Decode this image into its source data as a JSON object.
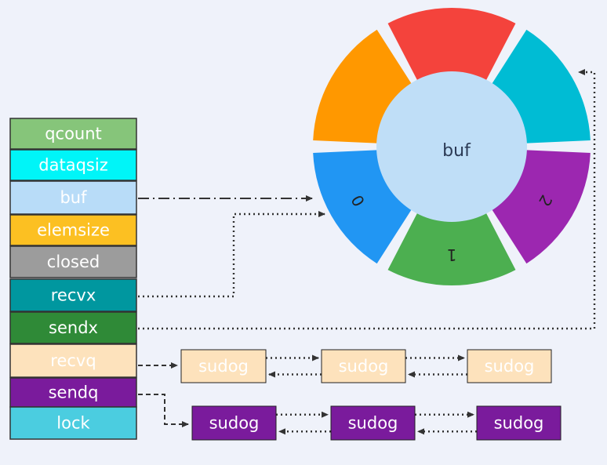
{
  "struct_fields": [
    {
      "label": "qcount",
      "color": "#86c57a",
      "text_color": "#ffffff"
    },
    {
      "label": "dataqsiz",
      "color": "#00f5f8",
      "text_color": "#ffffff"
    },
    {
      "label": "buf",
      "color": "#b8dcf8",
      "text_color": "#ffffff"
    },
    {
      "label": "elemsize",
      "color": "#fcc022",
      "text_color": "#ffffff"
    },
    {
      "label": "closed",
      "color": "#9c9c9c",
      "text_color": "#ffffff"
    },
    {
      "label": "recvx",
      "color": "#00979f",
      "text_color": "#ffffff"
    },
    {
      "label": "sendx",
      "color": "#2f8a37",
      "text_color": "#ffffff"
    },
    {
      "label": "recvq",
      "color": "#fde2bc",
      "text_color": "#ffffff"
    },
    {
      "label": "sendq",
      "color": "#7a1b9c",
      "text_color": "#ffffff"
    },
    {
      "label": "lock",
      "color": "#4bcde0",
      "text_color": "#ffffff"
    }
  ],
  "ring": {
    "center_label": "buf",
    "center_color": "#bfdef7",
    "segments": [
      {
        "color": "#f4433c",
        "label": ""
      },
      {
        "color": "#00bcd4",
        "label": ""
      },
      {
        "color": "#9c27b0",
        "label": "2"
      },
      {
        "color": "#4caf50",
        "label": "1"
      },
      {
        "color": "#2196f3",
        "label": "0"
      },
      {
        "color": "#ff9800",
        "label": ""
      }
    ]
  },
  "recvq_queue": {
    "nodes": [
      "sudog",
      "sudog",
      "sudog"
    ],
    "fill": "#fde2bc",
    "text_color": "#ffffff"
  },
  "sendq_queue": {
    "nodes": [
      "sudog",
      "sudog",
      "sudog"
    ],
    "fill": "#7a1b9c",
    "text_color": "#ffffff"
  }
}
